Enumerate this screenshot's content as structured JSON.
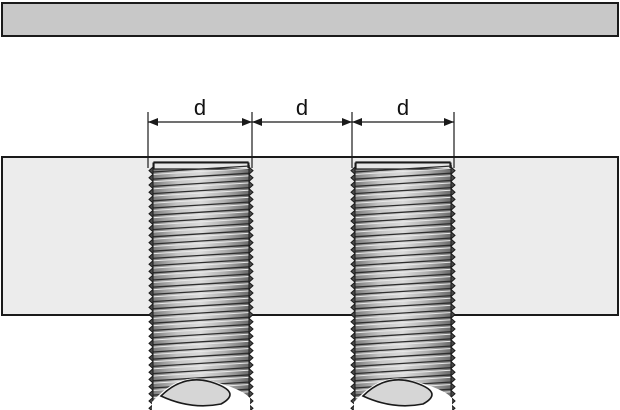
{
  "diagram": {
    "dimension_symbol": "d",
    "dimension_labels": [
      "d",
      "d",
      "d"
    ],
    "rod_count": 2,
    "colors": {
      "top_bar_fill": "#c8c8c8",
      "slab_fill": "#ececec",
      "rod_fill": "#b4b4b4",
      "rod_dark": "#6e6e6e",
      "rod_light": "#e6e6e6",
      "outline": "#1a1a1a",
      "dimension_line": "#1a1a1a"
    }
  }
}
